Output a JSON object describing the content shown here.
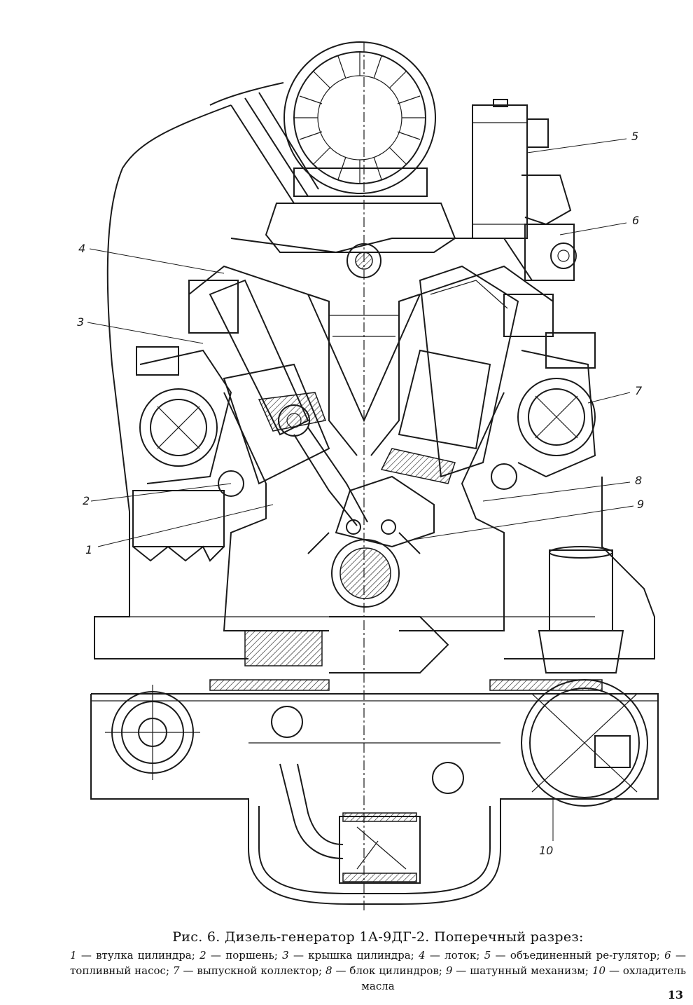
{
  "figure": {
    "title": "Рис. 6. Дизель-генератор 1А-9ДГ-2. Поперечный разрез:",
    "callouts": [
      "1",
      "2",
      "3",
      "4",
      "5",
      "6",
      "7",
      "8",
      "9",
      "10"
    ],
    "legend": [
      {
        "num": "1",
        "text": " — втулка цилиндра; "
      },
      {
        "num": "2",
        "text": " — поршень; "
      },
      {
        "num": "3",
        "text": " — крышка цилиндра; "
      },
      {
        "num": "4",
        "text": " — лоток; "
      },
      {
        "num": "5",
        "text": " — объединенный ре-гулятор; "
      },
      {
        "num": "6",
        "text": " — топливный насос; "
      },
      {
        "num": "7",
        "text": " — выпускной коллектор; "
      },
      {
        "num": "8",
        "text": " — блок цилиндров; "
      },
      {
        "num": "9",
        "text": " — шатунный механизм; "
      },
      {
        "num": "10",
        "text": " — охладитель масла"
      }
    ]
  },
  "page_number": "13"
}
